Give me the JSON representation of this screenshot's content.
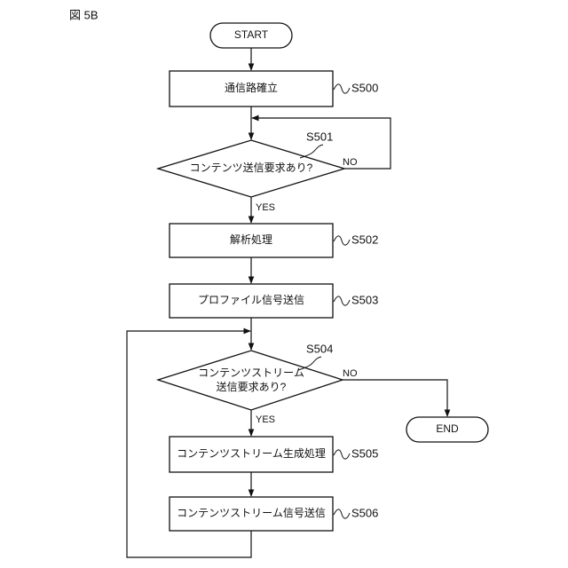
{
  "figure_label": "図 5B",
  "terminals": {
    "start": "START",
    "end": "END"
  },
  "steps": {
    "s500": {
      "id": "S500",
      "text": "通信路確立"
    },
    "s501": {
      "id": "S501",
      "text": "コンテンツ送信要求あり?"
    },
    "s502": {
      "id": "S502",
      "text": "解析処理"
    },
    "s503": {
      "id": "S503",
      "text": "プロファイル信号送信"
    },
    "s504": {
      "id": "S504",
      "text_line1": "コンテンツストリーム",
      "text_line2": "送信要求あり?"
    },
    "s505": {
      "id": "S505",
      "text": "コンテンツストリーム生成処理"
    },
    "s506": {
      "id": "S506",
      "text": "コンテンツストリーム信号送信"
    }
  },
  "branches": {
    "s501_no": "NO",
    "s501_yes": "YES",
    "s504_no": "NO",
    "s504_yes": "YES"
  },
  "colors": {
    "line": "#111111",
    "background": "#ffffff"
  }
}
